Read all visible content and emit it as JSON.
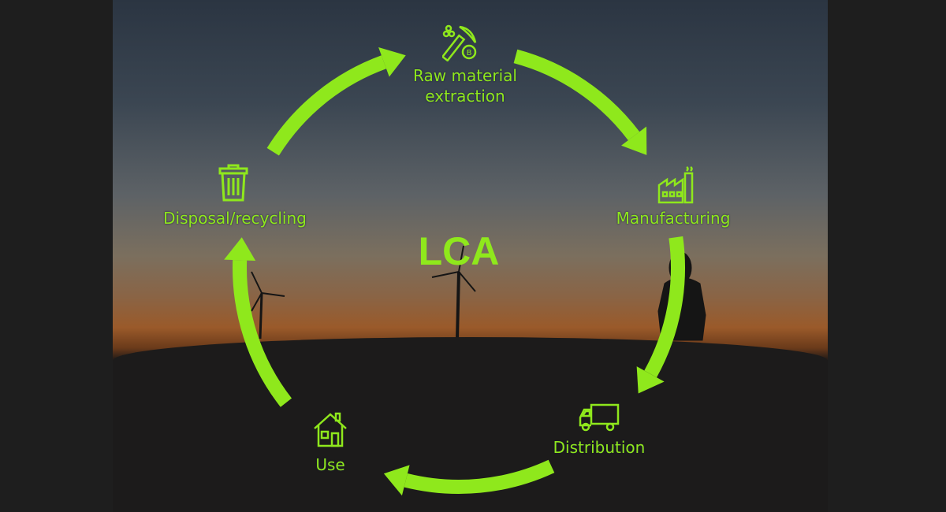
{
  "center_label": "LCA",
  "stages": [
    {
      "label_line1": "Raw material",
      "label_line2": "extraction",
      "icon": "pickaxe-coin-icon"
    },
    {
      "label": "Manufacturing",
      "icon": "factory-icon"
    },
    {
      "label": "Distribution",
      "icon": "truck-icon"
    },
    {
      "label": "Use",
      "icon": "house-icon"
    },
    {
      "label": "Disposal/recycling",
      "icon": "trash-can-icon"
    }
  ],
  "colors": {
    "accent": "#8fe81c",
    "background": "#1e1e1e"
  }
}
